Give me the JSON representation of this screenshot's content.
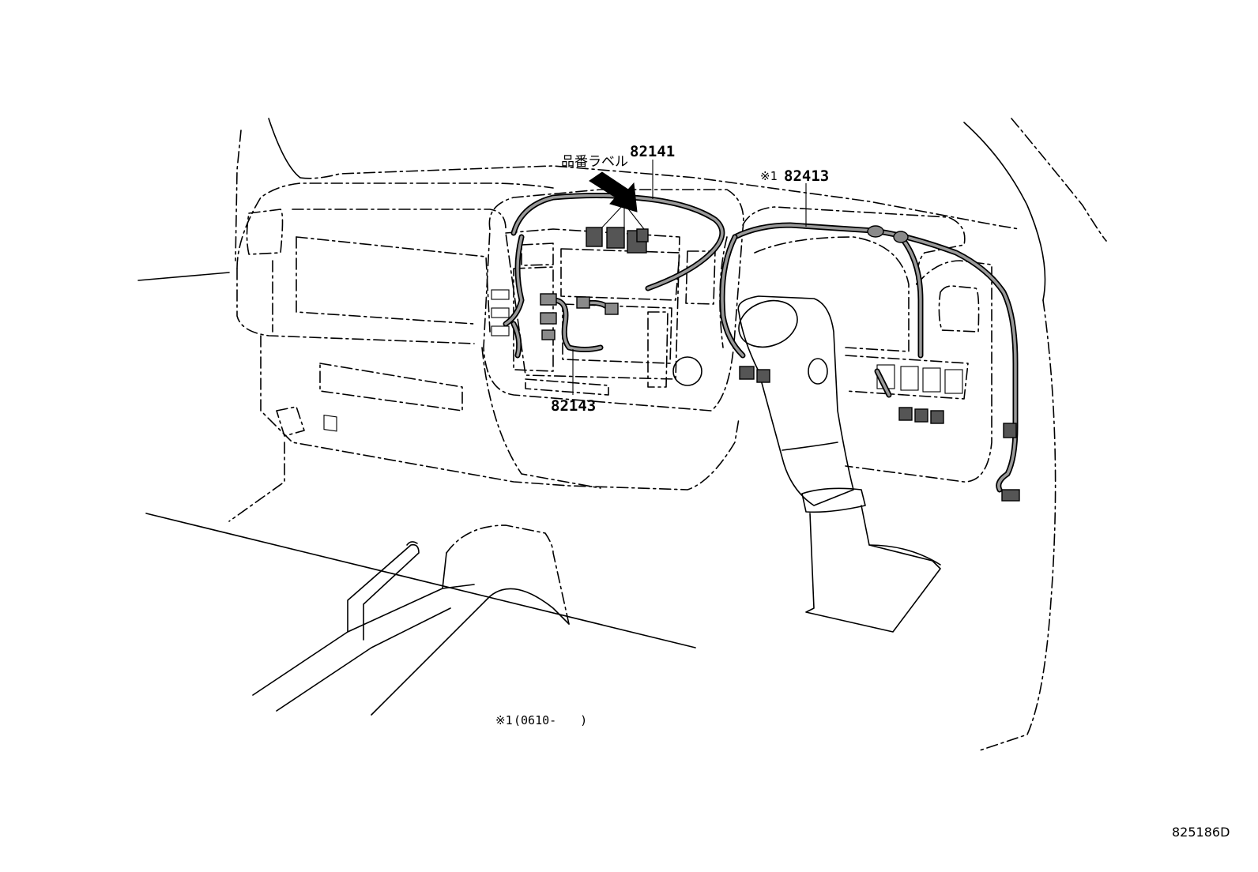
{
  "callouts": {
    "part_82141": "82141",
    "part_82413": "82413",
    "part_82413_prefix": "※1",
    "part_82143": "82143",
    "part_number_label": "品番ラベル"
  },
  "footnote": {
    "marker": "※1",
    "text": "(0610-　　)"
  },
  "figure_code": "825186D"
}
